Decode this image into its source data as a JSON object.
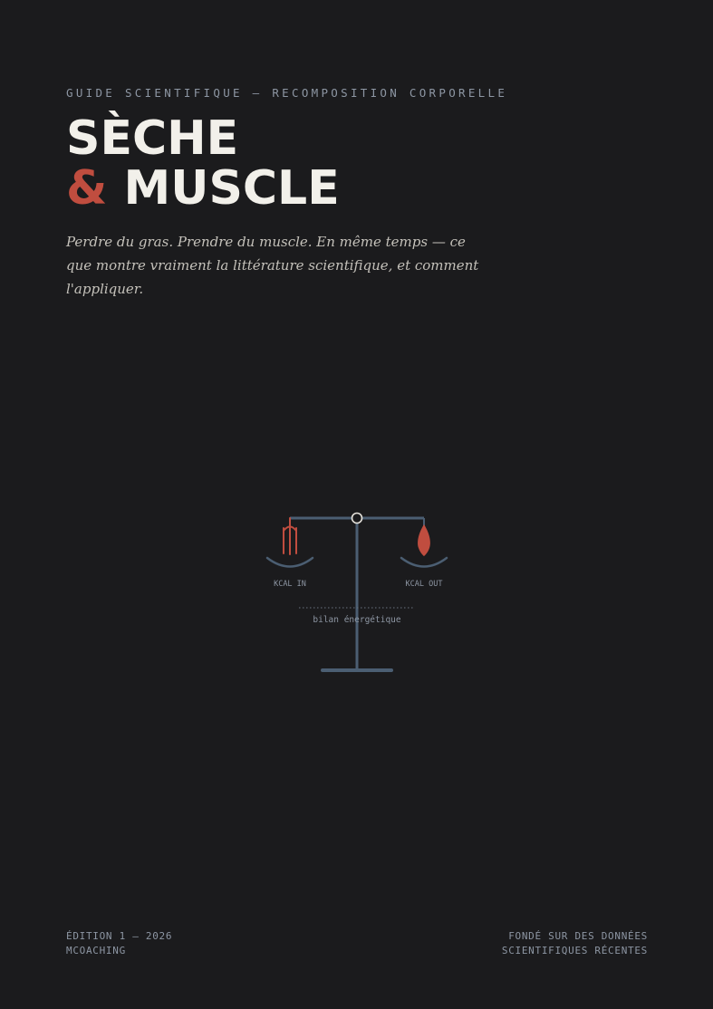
{
  "header": {
    "eyebrow": "GUIDE SCIENTIFIQUE — RECOMPOSITION CORPORELLE",
    "title_line1": "SÈCHE",
    "title_amp": "&",
    "title_line2": "MUSCLE",
    "lede": "Perdre du gras. Prendre du muscle. En même temps — ce que montre vraiment la littérature scientifique, et comment l'appliquer."
  },
  "illustration": {
    "left_label": "KCAL IN",
    "right_label": "KCAL OUT",
    "caption": "bilan énergétique",
    "left_icon": "fork-icon",
    "right_icon": "flame-icon"
  },
  "footer": {
    "edition": "ÉDITION 1 — 2026",
    "brand": "MCOACHING",
    "right_line1": "FONDÉ SUR DES DONNÉES",
    "right_line2": "SCIENTIFIQUES RÉCENTES"
  },
  "colors": {
    "background": "#1b1b1d",
    "title": "#f2f0ea",
    "accent": "#c04d3f",
    "muted": "#8d96a3",
    "scale": "#4b5e72"
  }
}
